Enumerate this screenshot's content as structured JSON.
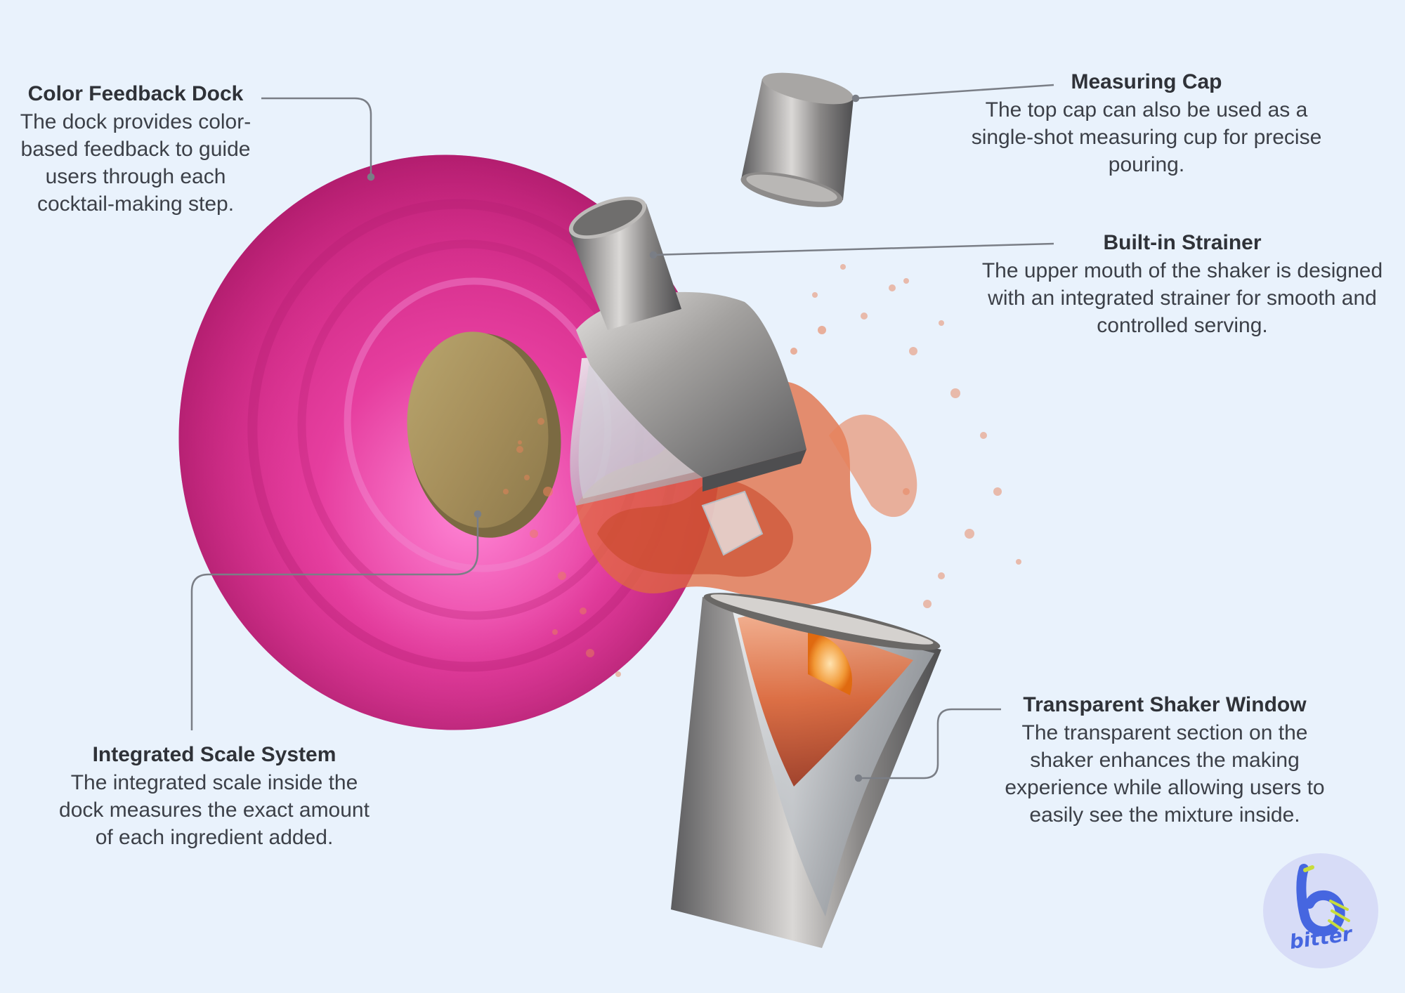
{
  "callouts": {
    "color_feedback_dock": {
      "title": "Color Feedback Dock",
      "desc": "The dock provides color-based feedback to guide users through each cocktail-making step."
    },
    "measuring_cap": {
      "title": "Measuring Cap",
      "desc": "The top cap can also be used as a single-shot measuring cup for precise pouring."
    },
    "built_in_strainer": {
      "title": "Built-in Strainer",
      "desc": "The upper mouth of the shaker is designed with an integrated strainer for smooth and controlled serving."
    },
    "transparent_shaker_window": {
      "title": "Transparent Shaker Window",
      "desc": "The transparent section on the shaker enhances the making experience while allowing users to easily see the mixture inside."
    },
    "integrated_scale_system": {
      "title": "Integrated Scale System",
      "desc": "The integrated scale inside the dock measures the exact amount of each ingredient added."
    }
  },
  "brand": {
    "name": "bitter",
    "logo_color": "#4666e0",
    "accent_color": "#c8dc3c"
  },
  "colors": {
    "background": "#e9f2fc",
    "dock": "#e2379a",
    "dock_glow": "#ff7fd0",
    "metal": "#8d8b8a",
    "liquid": "#e8784e",
    "leader_line": "#7a7e86"
  }
}
